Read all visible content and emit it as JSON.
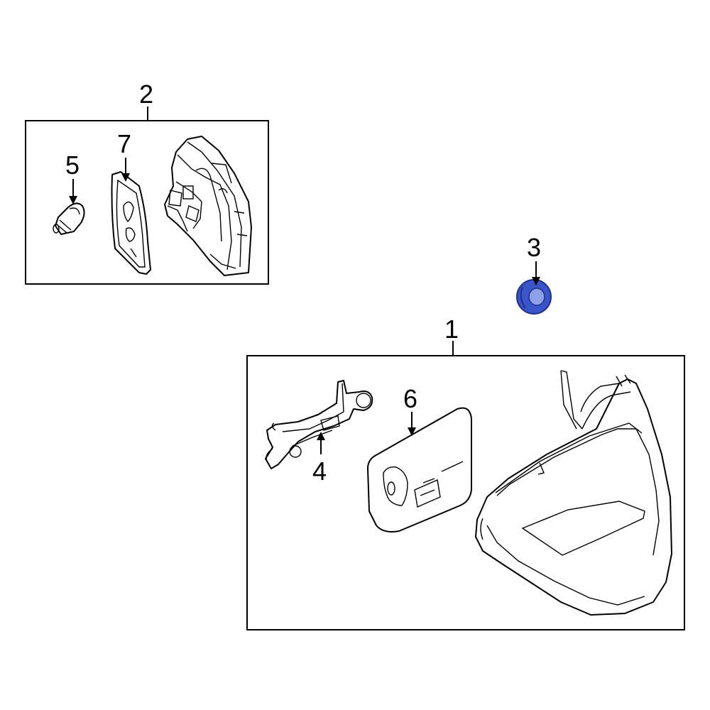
{
  "callouts": {
    "c1": "1",
    "c2": "2",
    "c3": "3",
    "c4": "4",
    "c5": "5",
    "c6": "6",
    "c7": "7"
  },
  "colors": {
    "highlight_fill": "#3a55c8",
    "highlight_dark": "#1f2f8c",
    "line": "#000000",
    "background": "#ffffff"
  }
}
